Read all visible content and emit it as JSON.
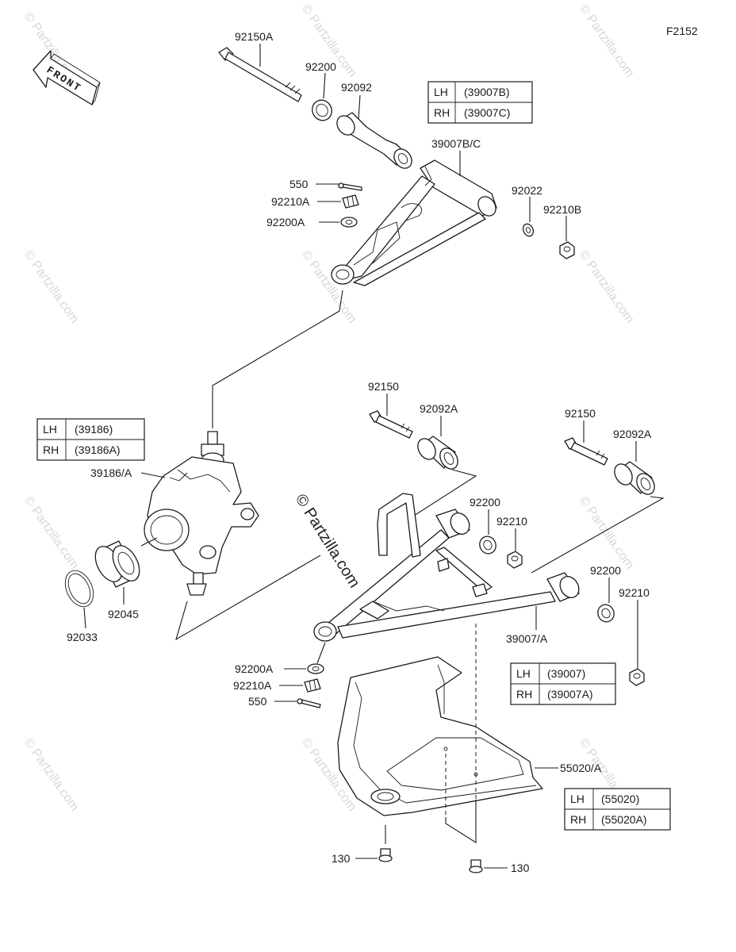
{
  "figure_id": "F2152",
  "front_label": "FRONT",
  "watermark": "© Partzilla.com",
  "parts": {
    "p92150A": "92150A",
    "p92200_top": "92200",
    "p92092": "92092",
    "p39007BC": "39007B/C",
    "p550_top": "550",
    "p92210A_top": "92210A",
    "p92200A_top": "92200A",
    "p92022": "92022",
    "p92210B": "92210B",
    "p39186A": "39186/A",
    "p92045": "92045",
    "p92033": "92033",
    "p92150_mid": "92150",
    "p92092A_mid": "92092A",
    "p92150_right": "92150",
    "p92092A_right": "92092A",
    "p92200_mid": "92200",
    "p92210_mid": "92210",
    "p92200_right": "92200",
    "p92210_right": "92210",
    "p39007A": "39007/A",
    "p92200A_bot": "92200A",
    "p92210A_bot": "92210A",
    "p550_bot": "550",
    "p55020A": "55020/A",
    "p130_left": "130",
    "p130_right": "130"
  },
  "tables": {
    "upper_arm": [
      {
        "side": "LH",
        "part": "(39007B)"
      },
      {
        "side": "RH",
        "part": "(39007C)"
      }
    ],
    "knuckle": [
      {
        "side": "LH",
        "part": "(39186)"
      },
      {
        "side": "RH",
        "part": "(39186A)"
      }
    ],
    "lower_arm": [
      {
        "side": "LH",
        "part": "(39007)"
      },
      {
        "side": "RH",
        "part": "(39007A)"
      }
    ],
    "guard": [
      {
        "side": "LH",
        "part": "(55020)"
      },
      {
        "side": "RH",
        "part": "(55020A)"
      }
    ]
  }
}
